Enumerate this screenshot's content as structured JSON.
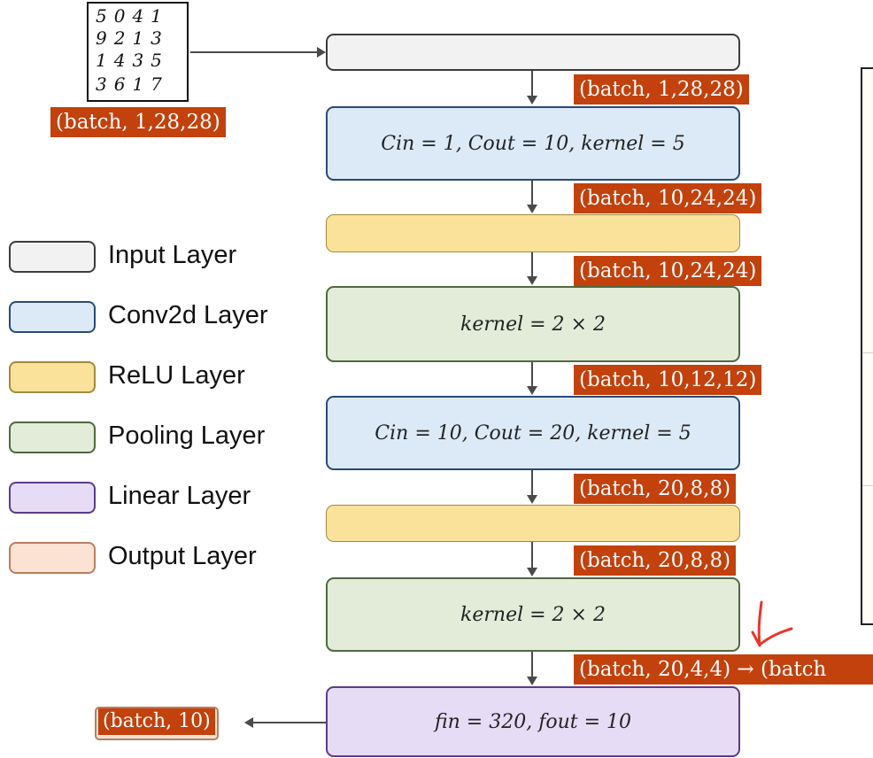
{
  "input_image": {
    "digits": [
      "5041",
      "9213",
      "1435",
      "3617"
    ],
    "shape": "(batch, 1,28,28)"
  },
  "legend": [
    {
      "label": "Input Layer",
      "color": "#f2f2f3"
    },
    {
      "label": "Conv2d Layer",
      "color": "#dceaf7"
    },
    {
      "label": "ReLU Layer",
      "color": "#fbe29a"
    },
    {
      "label": "Pooling Layer",
      "color": "#e2ecd9"
    },
    {
      "label": "Linear Layer",
      "color": "#e6dcf5"
    },
    {
      "label": "Output Layer",
      "color": "#fbe2d3"
    }
  ],
  "layers": {
    "input": "",
    "conv1": "Cin = 1, Cout = 10, kernel = 5",
    "relu1": "",
    "pool1": "kernel = 2 × 2",
    "conv2": "Cin = 10, Cout = 20, kernel = 5",
    "relu2": "",
    "pool2": "kernel = 2 × 2",
    "linear": "fin = 320, fout = 10"
  },
  "shapes": [
    "(batch, 1,28,28)",
    "(batch, 10,24,24)",
    "(batch, 10,24,24)",
    "(batch, 10,12,12)",
    "(batch, 20,8,8)",
    "(batch, 20,8,8)",
    "(batch, 20,4,4) → (batch"
  ],
  "output": {
    "shape": "(batch, 10)"
  },
  "colors": {
    "tag": "#c2410c",
    "annotation": "#e8362a"
  }
}
